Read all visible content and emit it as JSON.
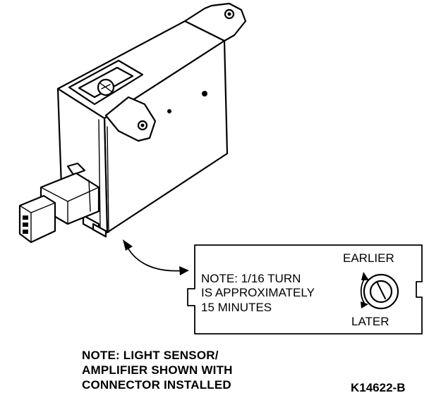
{
  "callout": {
    "note_lines": [
      "NOTE: 1/16 TURN",
      "IS APPROXIMATELY",
      "15 MINUTES"
    ],
    "earlier_label": "EARLIER",
    "later_label": "LATER",
    "adjuster_icon": "rotary-adjuster-icon"
  },
  "caption": {
    "lines": [
      "NOTE: LIGHT SENSOR/",
      "AMPLIFIER SHOWN WITH",
      "CONNECTOR INSTALLED"
    ]
  },
  "figure_code": "K14622-B"
}
